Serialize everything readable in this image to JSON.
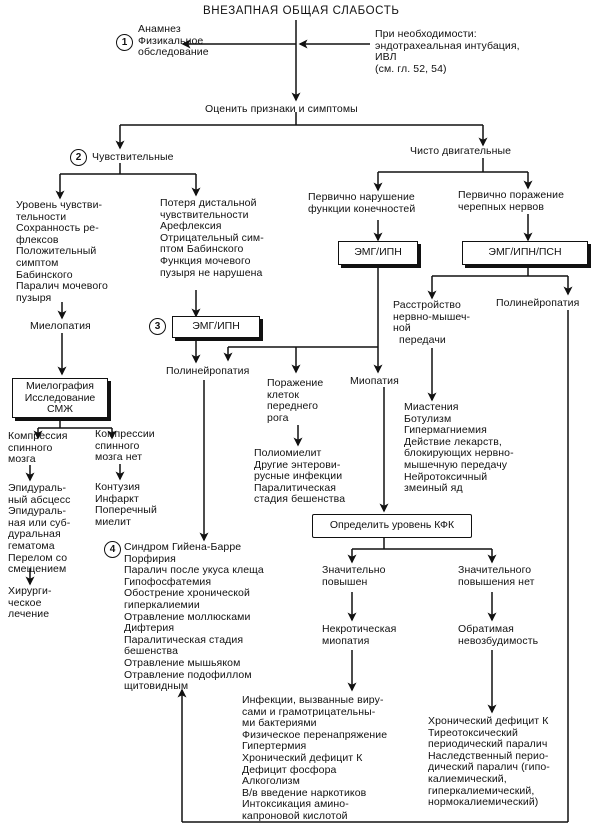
{
  "title": "ВНЕЗАПНАЯ ОБЩАЯ СЛАБОСТЬ",
  "badges": {
    "b1": "1",
    "b2": "2",
    "b3": "3",
    "b4": "4"
  },
  "nodes": {
    "anamnesis": "Анамнез\nФизикальное\nобследование",
    "if_needed": "При необходимости:\nэндотрахеальная интубация,\nИВЛ\n(см. гл. 52, 54)",
    "assess": "Оценить признаки и симптомы",
    "sensory": "Чувствительные",
    "motor_only": "Чисто двигательные",
    "sensory_level": "Уровень чувстви-\nтельности\nСохранность ре-\nфлексов\nПоложительный\nсимптом\nБабинского\nПаралич мочевого\nпузыря",
    "distal_loss": "Потеря дистальной\nчувствительности\nАрефлексия\nОтрицательный сим-\nптом Бабинского\nФункция мочевого\nпузыря не нарушена",
    "limb_primary": "Первично нарушение\nфункции конечностей",
    "cranial_primary": "Первично поражение\nчерепных нервов",
    "emg_ipn_1": "ЭМГ/ИПН",
    "emg_ipn_psn": "ЭМГ/ИПН/ПСН",
    "nmj_disorder": "Расстройство\nнервно-мышеч-\nной\n  передачи",
    "polyneuropathy_right": "Полинейропатия",
    "myelopathy": "Миелопатия",
    "emg_ipn_2": "ЭМГ/ИПН",
    "polyneuropathy_mid": "Полинейропатия",
    "horn_cells": "Поражение\nклеток\nпереднего\nрога",
    "myopathy": "Миопатия",
    "myelography": "Миелография\nИсследование\nСМЖ",
    "nmj_list": "Миастения\nБотулизм\nГипермагниемия\nДействие лекарств,\nблокирующих нервно-\nмышечную передачу\nНейротоксичный\nзмеиный яд",
    "polio": "Полиомиелит\nДругие энтерови-\nрусные инфекции\nПаралитическая\nстадия бешенства",
    "compression_yes": "Компрессия\nспинного\nмозга",
    "compression_no": "Компрессии\nспинного\nмозга нет",
    "epidural": "Эпидураль-\nный абсцесс\nЭпидураль-\nная или суб-\nдуральная\nгематома\nПерелом со\nсмещением",
    "contusion": "Контузия\nИнфаркт\nПоперечный\nмиелит",
    "surgery": "Хирурги-\nческое\nлечение",
    "ck_level": "Определить уровень КФК",
    "gbs_list": "Синдром Гийена-Барре\nПорфирия\nПаралич после укуса клеща\nГипофосфатемия\nОбострение хронической\nгиперкалиемии\nОтравление моллюсками\nДифтерия\nПаралитическая стадия\nбешенства\nОтравление мышьяком\nОтравление подофиллом\nщитовидным",
    "ck_high": "Значительно\nповышен",
    "ck_not_high": "Значительного\nповышения нет",
    "necrotic": "Некротическая\nмиопатия",
    "reversible": "Обратимая\nневозбудимость",
    "infections_list": "Инфекции, вызванные виру-\nсами и грамотрицательны-\nми бактериями\nФизическое перенапряжение\nГипертермия\nХронический дефицит К\nДефицит фосфора\nАлкоголизм\nВ/в введение наркотиков\nИнтоксикация амино-\nкапроновой кислотой",
    "periodic_list": "Хронический дефицит К\nТиреотоксический\nпериодический паралич\nНаследственный перио-\nдический паралич (гипо-\nкалиемический,\nгиперкалиемический,\nнормокалиемический)"
  }
}
